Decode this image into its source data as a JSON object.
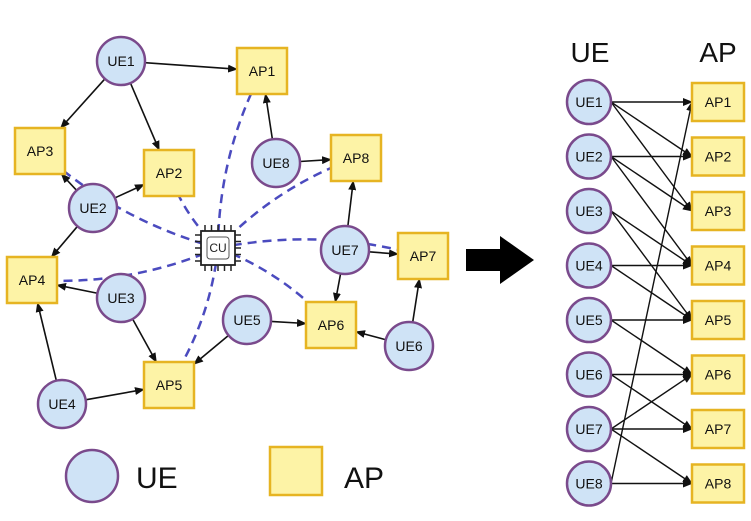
{
  "colors": {
    "ue_fill": "#cfe3f6",
    "ue_stroke": "#7a4a8c",
    "ap_fill": "#fdf3a6",
    "ap_stroke": "#e6b422",
    "dashed": "#4b4bbf",
    "arrow": "#111111"
  },
  "network": {
    "ue_nodes": [
      "UE1",
      "UE2",
      "UE3",
      "UE4",
      "UE5",
      "UE6",
      "UE7",
      "UE8"
    ],
    "ap_nodes": [
      "AP1",
      "AP2",
      "AP3",
      "AP4",
      "AP5",
      "AP6",
      "AP7",
      "AP8"
    ],
    "central_unit": "CU",
    "links": [
      [
        "UE1",
        "AP1"
      ],
      [
        "UE1",
        "AP2"
      ],
      [
        "UE1",
        "AP3"
      ],
      [
        "UE2",
        "AP2"
      ],
      [
        "UE2",
        "AP3"
      ],
      [
        "UE2",
        "AP4"
      ],
      [
        "UE3",
        "AP4"
      ],
      [
        "UE3",
        "AP5"
      ],
      [
        "UE4",
        "AP4"
      ],
      [
        "UE4",
        "AP5"
      ],
      [
        "UE5",
        "AP5"
      ],
      [
        "UE5",
        "AP6"
      ],
      [
        "UE6",
        "AP6"
      ],
      [
        "UE6",
        "AP7"
      ],
      [
        "UE7",
        "AP6"
      ],
      [
        "UE7",
        "AP7"
      ],
      [
        "UE7",
        "AP8"
      ],
      [
        "UE8",
        "AP1"
      ],
      [
        "UE8",
        "AP8"
      ]
    ],
    "fronthaul": [
      "AP1",
      "AP2",
      "AP3",
      "AP4",
      "AP5",
      "AP6",
      "AP7",
      "AP8"
    ]
  },
  "arrow_icon": "right-arrow-icon",
  "bipartite": {
    "ue_header": "UE",
    "ap_header": "AP"
  },
  "legend": {
    "ue_label": "UE",
    "ap_label": "AP"
  }
}
